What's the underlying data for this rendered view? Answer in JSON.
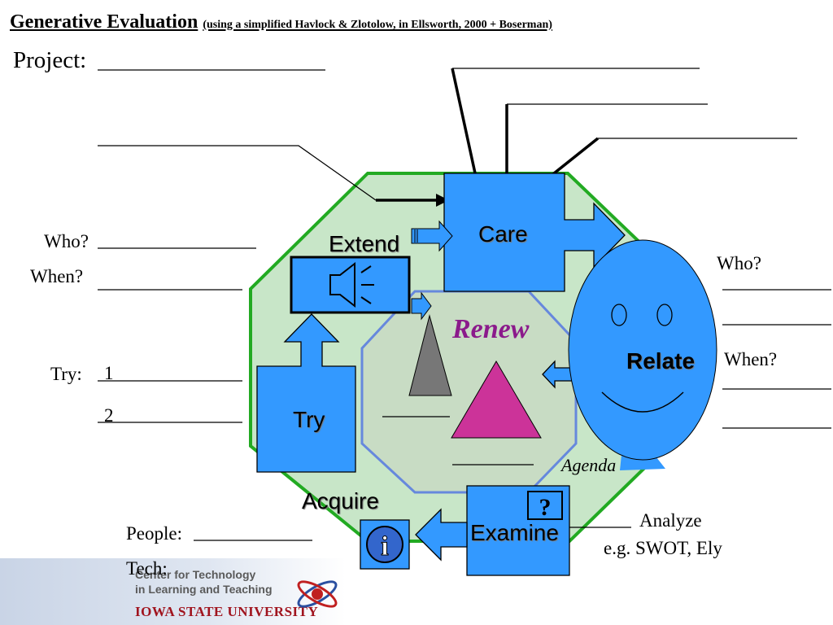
{
  "title": "Generative Evaluation",
  "subtitle": "(using a simplified Havlock & Zlotolow, in Ellsworth, 2000 + Boserman)",
  "project_label": "Project:",
  "left": {
    "who": "Who?",
    "when": "When?",
    "try": "Try:",
    "try_item1": "1",
    "try_item2": "2",
    "people": "People:",
    "tech": "Tech:"
  },
  "right": {
    "who": "Who?",
    "when": "When?",
    "analyze": "Analyze",
    "example": "e.g. SWOT, Ely"
  },
  "stages": {
    "care": "Care",
    "extend": "Extend",
    "renew": "Renew",
    "relate": "Relate",
    "try": "Try",
    "acquire": "Acquire",
    "examine": "Examine",
    "agenda": "Agenda"
  },
  "logo": {
    "line1": "Center for Technology",
    "line2": "in Learning and Teaching",
    "line3": "IOWA STATE UNIVERSITY"
  },
  "colors": {
    "box_blue": "#3399ff",
    "octagon_fill": "#c8e6c8",
    "octagon_border": "#22aa22",
    "inner_border": "#6688dd",
    "renew_purple": "#8b1a8b",
    "triangle_magenta": "#cc3399",
    "cone_gray": "#777777"
  }
}
